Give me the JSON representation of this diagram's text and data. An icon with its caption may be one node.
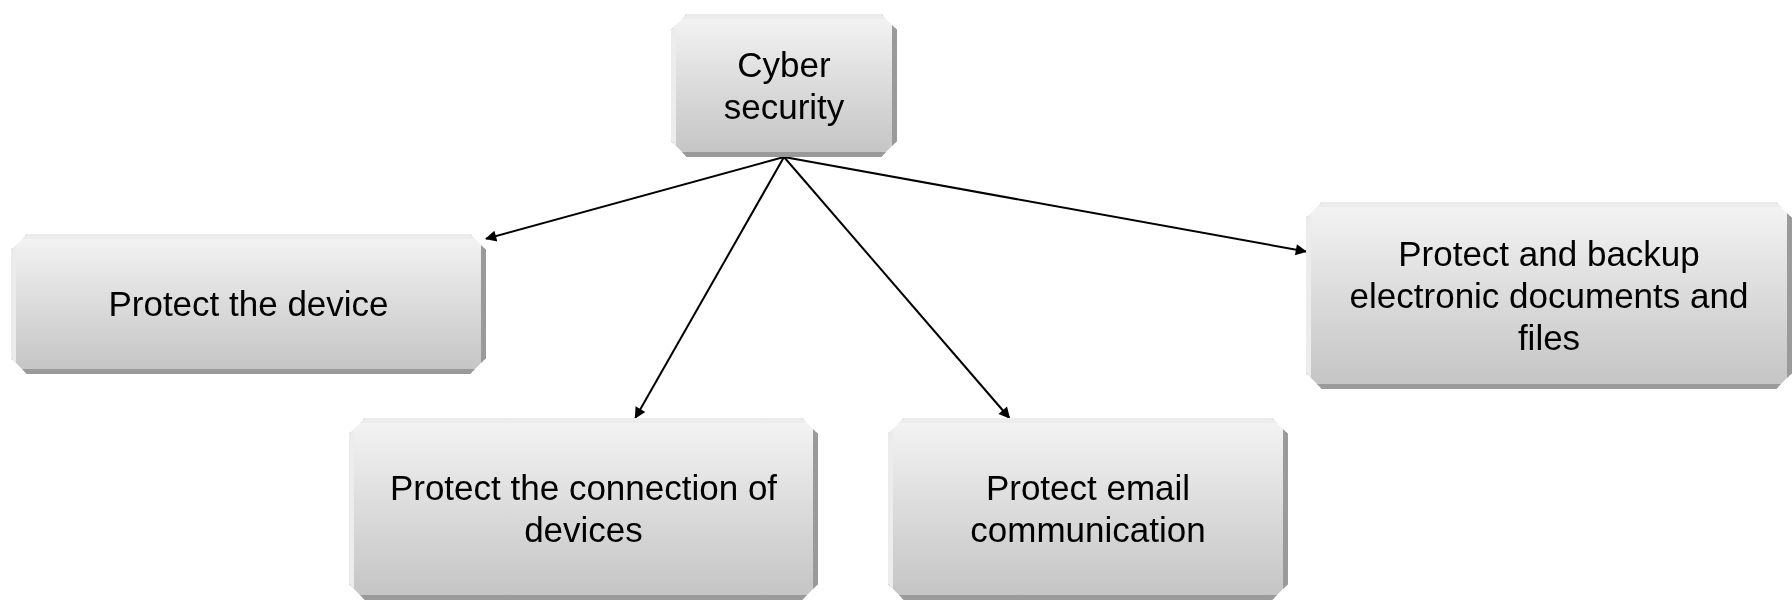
{
  "diagram": {
    "nodes": [
      {
        "text": [
          "Cyber security"
        ]
      },
      {
        "text": [
          "Protect the device"
        ]
      },
      {
        "text": [
          "Protect the connection of devices"
        ]
      },
      {
        "text": [
          "Protect email communication"
        ]
      },
      {
        "text": [
          "Protect and backup electronic documents and files"
        ]
      }
    ],
    "edges": [
      {
        "from": 0,
        "to": 1,
        "arrow": "to"
      },
      {
        "from": 0,
        "to": 2,
        "arrow": "to"
      },
      {
        "from": 0,
        "to": 3,
        "arrow": "to"
      },
      {
        "from": 0,
        "to": 4,
        "arrow": "to"
      }
    ]
  }
}
